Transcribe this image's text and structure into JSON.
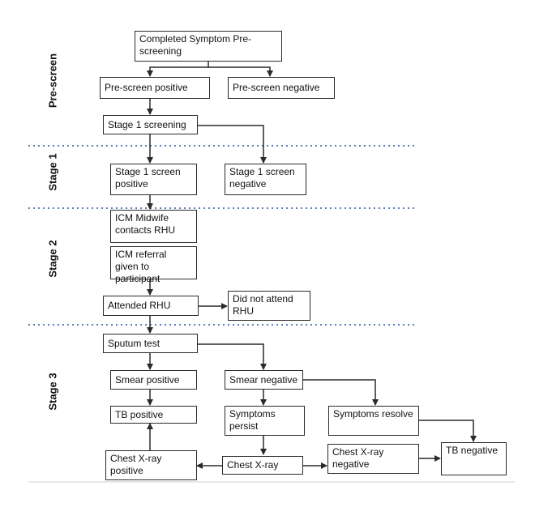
{
  "stages": {
    "pre_screen": "Pre-screen",
    "stage_1": "Stage 1",
    "stage_2": "Stage 2",
    "stage_3": "Stage 3"
  },
  "boxes": {
    "completed_prescreening": "Completed Symptom Pre-screening",
    "prescreen_positive": "Pre-screen positive",
    "prescreen_negative": "Pre-screen negative",
    "stage1_screening": "Stage 1 screening",
    "stage1_positive": "Stage 1 screen positive",
    "stage1_negative": "Stage 1 screen negative",
    "icm_contacts_rhu": "ICM Midwife contacts RHU",
    "icm_referral": "ICM referral given to participant",
    "attended_rhu": "Attended RHU",
    "did_not_attend": "Did not attend RHU",
    "sputum_test": "Sputum test",
    "smear_positive": "Smear positive",
    "smear_negative": "Smear negative",
    "tb_positive": "TB positive",
    "symptoms_persist": "Symptoms persist",
    "symptoms_resolve": "Symptoms resolve",
    "chest_xray_positive": "Chest X-ray positive",
    "chest_xray": "Chest X-ray",
    "chest_xray_negative": "Chest X-ray negative",
    "tb_negative": "TB negative"
  },
  "colors": {
    "divider": "#5b7fb8",
    "line": "#2a2a2a"
  }
}
